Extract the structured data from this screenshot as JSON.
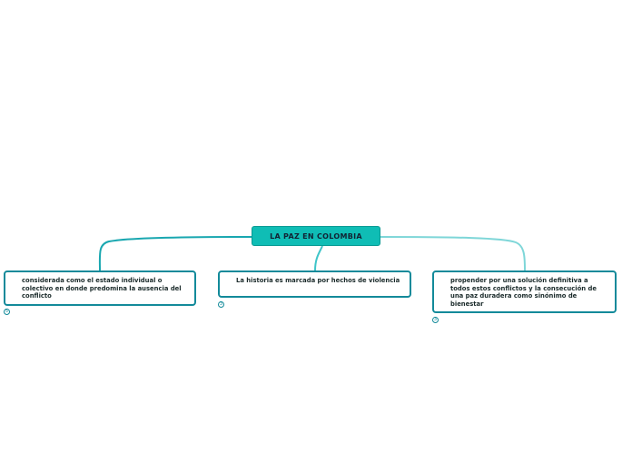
{
  "root": {
    "label": "LA PAZ EN COLOMBIA"
  },
  "nodes": [
    {
      "text": "considerada como el estado individual o colectivo en donde predomina la ausencia del conflicto",
      "badge": "5"
    },
    {
      "text": "La historia es marcada por hechos de violencia",
      "badge": "3"
    },
    {
      "text": "propender por una solución definitiva a todos estos conflictos y la consecución de una paz duradera como sinónimo de bienestar",
      "badge": "3"
    }
  ],
  "colors": {
    "root_fill": "#0fbdb5",
    "node_border": "#138a9a",
    "link_1": "#19a7b0",
    "link_2": "#3fc5c9",
    "link_3": "#7ed6d8"
  }
}
